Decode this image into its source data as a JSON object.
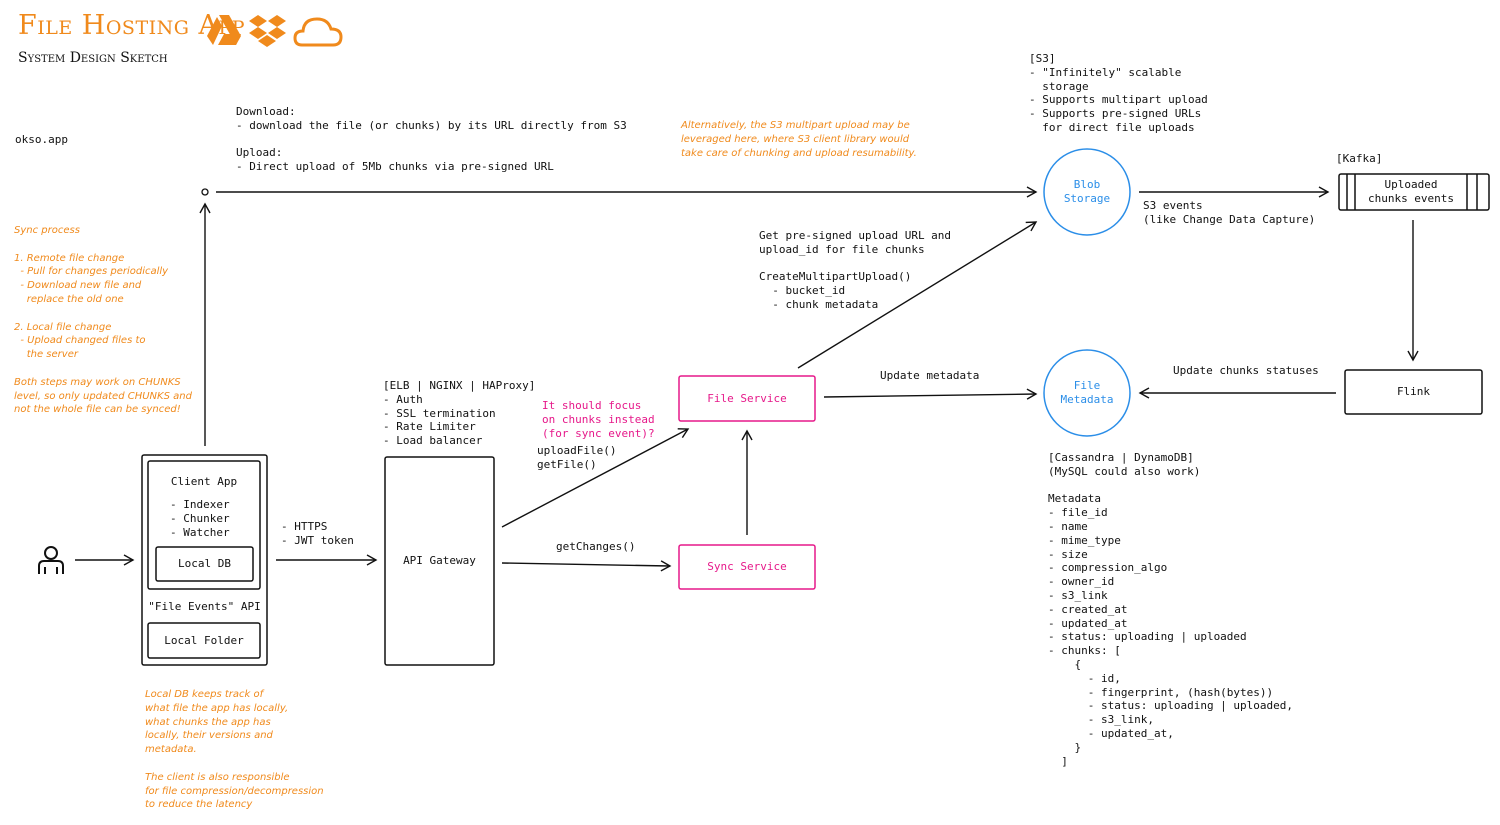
{
  "header": {
    "title": "File Hosting App",
    "subtitle": "System Design Sketch",
    "icons": [
      "google-drive-icon",
      "dropbox-icon",
      "cloud-icon"
    ]
  },
  "site": "okso.app",
  "colors": {
    "accent_orange": "#f08a1c",
    "pink": "#e6198a",
    "blue": "#2b8ee8",
    "ink": "#111111"
  },
  "transfer_note": {
    "download_title": "Download:",
    "download_text": "- download the file (or chunks) by its URL directly from S3",
    "upload_title": "Upload:",
    "upload_text": "- Direct upload of 5Mb chunks via pre-signed URL"
  },
  "multipart_note": "Alternatively, the S3 multipart upload may be\nleveraged here, where S3 client library would\ntake care of chunking and upload resumability.",
  "s3_note": "[S3]\n- \"Infinitely\" scalable\n  storage\n- Supports multipart upload\n- Supports pre-signed URLs\n  for direct file uploads",
  "sync_note": "Sync process\n\n1. Remote file change\n  - Pull for changes periodically\n  - Download new file and\n    replace the old one\n\n2. Local file change\n  - Upload changed files to\n    the server\n\nBoth steps may work on CHUNKS\nlevel, so only updated CHUNKS and\nnot the whole file can be synced!",
  "client": {
    "app_label": "Client App",
    "modules": "- Indexer\n- Chunker\n- Watcher",
    "local_db": "Local DB",
    "events_api": "\"File Events\" API",
    "local_folder": "Local Folder"
  },
  "client_note": "Local DB keeps track of\nwhat file the app has locally,\nwhat chunks the app has\nlocally, their versions and\nmetadata.\n\nThe client is also responsible\nfor file compression/decompression\nto reduce the latency",
  "https_label": "- HTTPS\n- JWT token",
  "gateway": {
    "label": "API Gateway",
    "note": "[ELB | NGINX | HAProxy]\n- Auth\n- SSL termination\n- Rate Limiter\n- Load balancer"
  },
  "focus_note": "It should focus\non chunks instead\n(for sync event)?",
  "file_calls": "uploadFile()\ngetFile()",
  "get_changes": "getChanges()",
  "file_service": "File Service",
  "sync_service": "Sync Service",
  "presigned_note": "Get pre-signed upload URL and\nupload_id for file chunks\n\nCreateMultipartUpload()\n  - bucket_id\n  - chunk metadata",
  "blob_storage": "Blob\nStorage",
  "s3_events": "S3 events\n(like Change Data Capture)",
  "kafka": {
    "label": "[Kafka]",
    "queue": "Uploaded\nchunks events"
  },
  "flink": "Flink",
  "update_metadata": "Update metadata",
  "update_chunks": "Update chunks statuses",
  "file_metadata": "File\nMetadata",
  "metadata_note": "[Cassandra | DynamoDB]\n(MySQL could also work)\n\nMetadata\n- file_id\n- name\n- mime_type\n- size\n- compression_algo\n- owner_id\n- s3_link\n- created_at\n- updated_at\n- status: uploading | uploaded\n- chunks: [\n    {\n      - id,\n      - fingerprint, (hash(bytes))\n      - status: uploading | uploaded,\n      - s3_link,\n      - updated_at,\n    }\n  ]"
}
